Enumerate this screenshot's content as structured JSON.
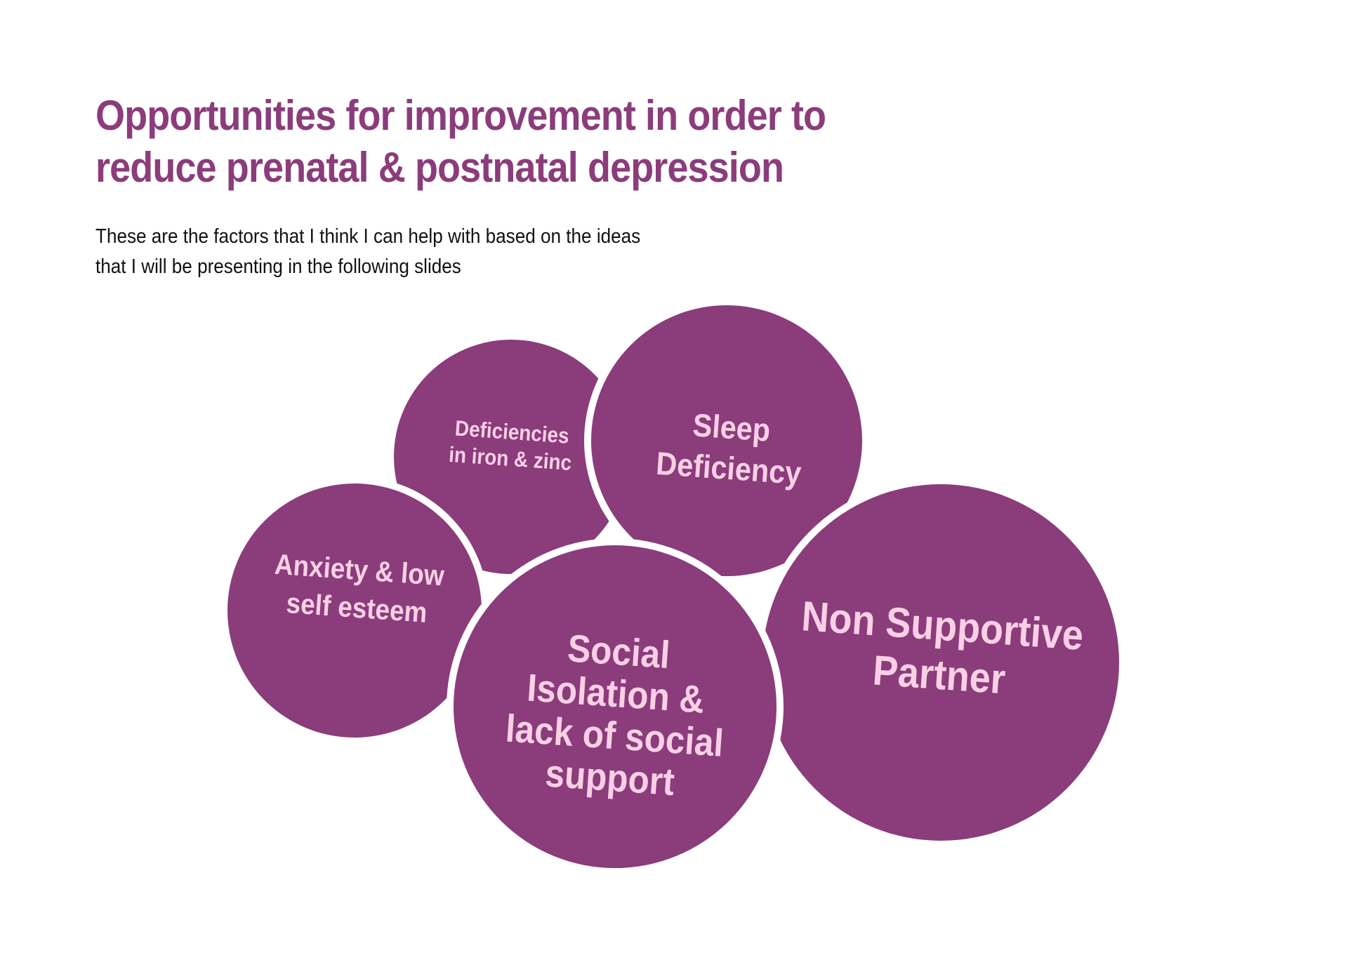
{
  "colors": {
    "accent": "#8b3c7b",
    "circle_text": "#fbd0e5",
    "background": "#ffffff",
    "body_text": "#111111"
  },
  "title": {
    "line1": "Opportunities for improvement in order to",
    "line2": "reduce prenatal & postnatal depression"
  },
  "subtitle": {
    "line1": "These are the factors that I think I can help with based on the ideas",
    "line2": "that I will be presenting in the following slides"
  },
  "factors": {
    "iron_zinc": {
      "line1": "Deficiencies",
      "line2": "in iron & zinc"
    },
    "sleep": {
      "line1": "Sleep",
      "line2": "Deficiency"
    },
    "anxiety": {
      "line1": "Anxiety & low",
      "line2": "self esteem"
    },
    "social": {
      "line1": "Social",
      "line2": "Isolation &",
      "line3": "lack of social",
      "line4": "support"
    },
    "partner": {
      "line1": "Non Supportive",
      "line2": "Partner"
    }
  }
}
